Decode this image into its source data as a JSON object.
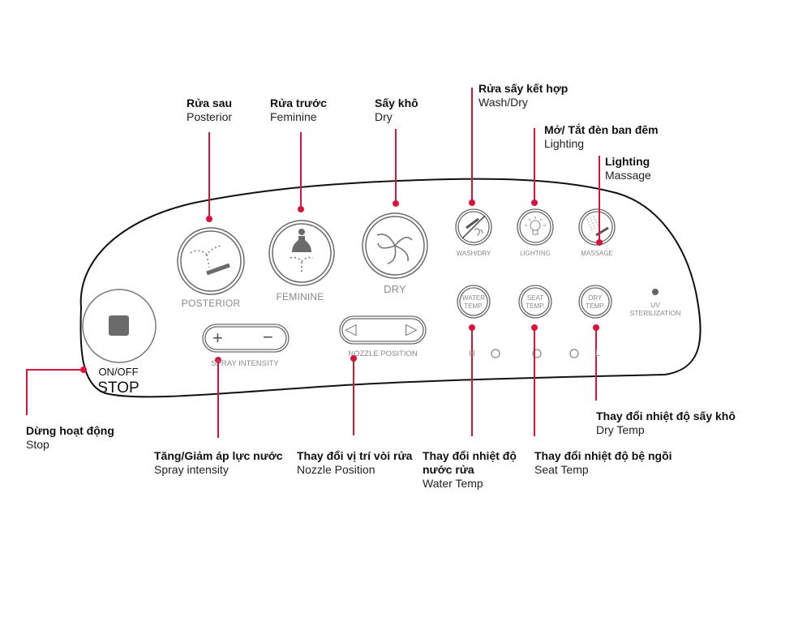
{
  "colors": {
    "callout_line": "#d9143a",
    "panel_outline": "#111111",
    "button_gray": "#707070",
    "label_gray": "#8a8a8a"
  },
  "callouts": {
    "posterior": {
      "vi": "Rửa sau",
      "en": "Posterior"
    },
    "feminine": {
      "vi": "Rửa trước",
      "en": "Feminine"
    },
    "dry": {
      "vi": "Sấy khô",
      "en": "Dry"
    },
    "wash_dry": {
      "vi": "Rửa sấy kết hợp",
      "en": "Wash/Dry"
    },
    "lighting": {
      "vi": "Mở/ Tắt đèn ban đêm",
      "en": "Lighting"
    },
    "massage": {
      "vi": "Lighting",
      "en": "Massage"
    },
    "stop": {
      "vi": "Dừng hoạt động",
      "en": "Stop"
    },
    "spray": {
      "vi": "Tăng/Giảm áp lực nước",
      "en": "Spray intensity"
    },
    "nozzle": {
      "vi": "Thay đổi vị trí vòi rửa",
      "en": "Nozzle Position"
    },
    "water_temp": {
      "vi_line1": "Thay đổi nhiệt độ",
      "vi_line2": "nước rửa",
      "en": "Water Temp"
    },
    "seat_temp": {
      "vi": "Thay đổi nhiệt độ bệ ngồi",
      "en": "Seat Temp"
    },
    "dry_temp": {
      "vi": "Thay đổi nhiệt độ sấy khô",
      "en": "Dry Temp"
    }
  },
  "panel": {
    "buttons": {
      "posterior": {
        "label": "POSTERIOR",
        "icon": "posterior-wash-icon"
      },
      "feminine": {
        "label": "FEMININE",
        "icon": "feminine-wash-icon"
      },
      "dry": {
        "label": "DRY",
        "icon": "fan-icon"
      },
      "wash_dry": {
        "label": "WASH/DRY",
        "icon": "wash-dry-icon"
      },
      "lighting": {
        "label": "LIGHTING",
        "icon": "light-bulb-icon"
      },
      "massage": {
        "label": "MASSAGE",
        "icon": "massage-icon"
      },
      "water_temp": {
        "line1": "WATER",
        "line2": "TEMP."
      },
      "seat_temp": {
        "line1": "SEAT",
        "line2": "TEMP."
      },
      "dry_temp": {
        "line1": "DRY",
        "line2": "TEMP."
      },
      "on_off": {
        "label": "ON/OFF",
        "sublabel": "STOP",
        "icon": "stop-square-icon"
      }
    },
    "spray_intensity": {
      "label": "SPRAY INTENSITY",
      "plus": "+",
      "minus": "−"
    },
    "nozzle_position": {
      "label": "NOZZLE POSITION",
      "left": "◁",
      "right": "▷"
    },
    "uv": {
      "line1": "UV",
      "line2": "STERILIZATION"
    },
    "temp_scale": {
      "high": "H",
      "low": "L",
      "levels": 3
    }
  }
}
